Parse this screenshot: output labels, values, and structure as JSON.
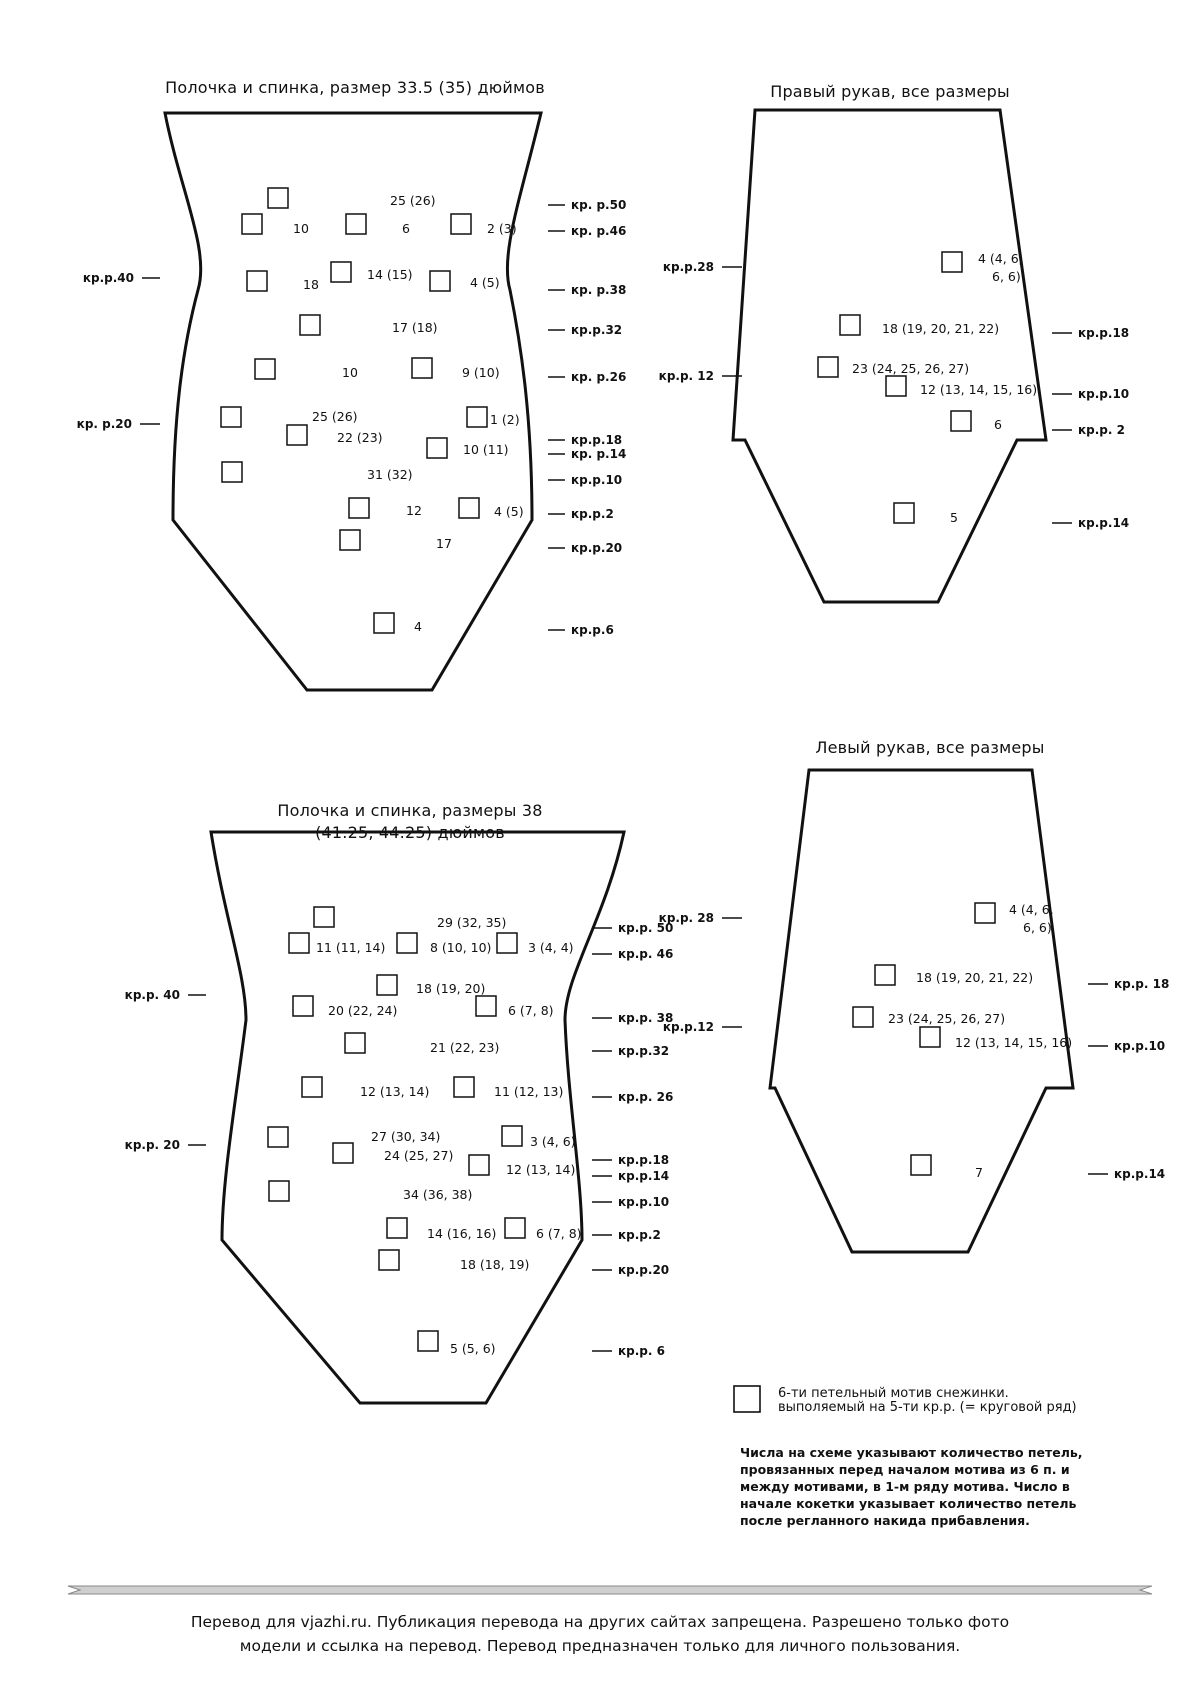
{
  "diagrams": [
    {
      "id": "body-small",
      "title": "Полочка и спинка, размер 33.5 (35) дюймов",
      "motifs": [
        {
          "label": "25 (26)"
        },
        {
          "label": "10"
        },
        {
          "label": "6"
        },
        {
          "label": "2 (3)"
        },
        {
          "label": "18"
        },
        {
          "label": "14 (15)"
        },
        {
          "label": "4 (5)"
        },
        {
          "label": "17 (18)"
        },
        {
          "label": "10"
        },
        {
          "label": "9 (10)"
        },
        {
          "label": "25 (26)"
        },
        {
          "label": "22 (23)"
        },
        {
          "label": "1 (2)"
        },
        {
          "label": "10 (11)"
        },
        {
          "label": "31 (32)"
        },
        {
          "label": "12"
        },
        {
          "label": "4 (5)"
        },
        {
          "label": "17"
        },
        {
          "label": "4"
        }
      ],
      "row_markers_right": [
        "кр. р.50",
        "кр. р.46",
        "кр. р.38",
        "кр.р.32",
        "кр. р.26",
        "кр.р.18",
        "кр. р.14",
        "кр.р.10",
        "кр.р.2",
        "кр.р.20",
        "кр.р.6"
      ],
      "row_markers_left": [
        "кр.р.40",
        "кр. р.20"
      ]
    },
    {
      "id": "sleeve-right",
      "title": "Правый рукав, все размеры",
      "motifs": [
        {
          "label": "4 (4, 6,\n6, 6)"
        },
        {
          "label": "18 (19, 20, 21, 22)"
        },
        {
          "label": "23 (24, 25, 26, 27)"
        },
        {
          "label": "12 (13, 14, 15, 16)"
        },
        {
          "label": "6"
        },
        {
          "label": "5"
        }
      ],
      "row_markers_right": [
        "кр.р.18",
        "кр.р.10",
        "кр.р. 2",
        "кр.р.14"
      ],
      "row_markers_left": [
        "кр.р.28",
        "кр.р. 12"
      ]
    },
    {
      "id": "body-large",
      "title": "Полочка и спинка, размеры 38\n(41.25, 44.25) дюймов",
      "motifs": [
        {
          "label": "29 (32, 35)"
        },
        {
          "label": "11 (11, 14)"
        },
        {
          "label": "8 (10, 10)"
        },
        {
          "label": "3 (4, 4)"
        },
        {
          "label": "18 (19, 20)"
        },
        {
          "label": "20 (22, 24)"
        },
        {
          "label": "6 (7, 8)"
        },
        {
          "label": "21 (22, 23)"
        },
        {
          "label": "12 (13, 14)"
        },
        {
          "label": "11 (12, 13)"
        },
        {
          "label": "27 (30, 34)"
        },
        {
          "label": "24 (25, 27)"
        },
        {
          "label": "3 (4, 6)"
        },
        {
          "label": "12 (13, 14)"
        },
        {
          "label": "34 (36, 38)"
        },
        {
          "label": "14 (16, 16)"
        },
        {
          "label": "6 (7, 8)"
        },
        {
          "label": "18 (18, 19)"
        },
        {
          "label": "5 (5, 6)"
        }
      ],
      "row_markers_right": [
        "кр.р. 50",
        "кр.р. 46",
        "кр.р. 38",
        "кр.р.32",
        "кр.р. 26",
        "кр.р.18",
        "кр.р.14",
        "кр.р.10",
        "кр.р.2",
        "кр.р.20",
        "кр.р. 6"
      ],
      "row_markers_left": [
        "кр.р. 40",
        "кр.р. 20"
      ]
    },
    {
      "id": "sleeve-left",
      "title": "Левый рукав, все размеры",
      "motifs": [
        {
          "label": "4 (4, 6,\n6, 6)"
        },
        {
          "label": "18 (19, 20, 21, 22)"
        },
        {
          "label": "23 (24, 25, 26, 27)"
        },
        {
          "label": "12 (13, 14, 15, 16)"
        },
        {
          "label": "7"
        }
      ],
      "row_markers_right": [
        "кр.р. 18",
        "кр.р.10",
        "кр.р.14"
      ],
      "row_markers_left": [
        "кр.р. 28",
        "кр.р.12"
      ]
    }
  ],
  "legend": {
    "line1": "6-ти петельный мотив снежинки.",
    "line2": "выполяемый на 5-ти кр.р. (= круговой ряд)"
  },
  "note": "Числа на схеме указывают количество петель, провязанных перед началом мотива из 6 п. и между мотивами, в 1-м ряду мотива. Число в начале кокетки указывает количество петель после регланного накида прибавления.",
  "footer": {
    "line1": "Перевод для vjazhi.ru. Публикация перевода на других сайтах запрещена. Разрешено только фото",
    "line2": "модели и ссылка на перевод.  Перевод предназначен только для личного пользования."
  }
}
